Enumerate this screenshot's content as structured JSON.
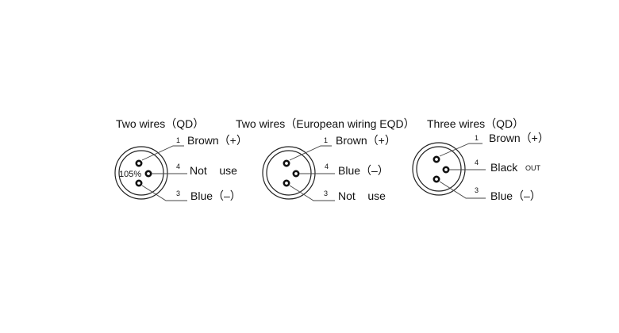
{
  "connectors": [
    {
      "title": "Two wires（QD）",
      "badge": "105%",
      "pins": [
        {
          "num": "1",
          "label": "Brown（+）",
          "suffix": ""
        },
        {
          "num": "4",
          "label": "Not    use",
          "suffix": ""
        },
        {
          "num": "3",
          "label": "Blue（–）",
          "suffix": ""
        }
      ]
    },
    {
      "title": "Two wires（European wiring EQD）",
      "badge": "",
      "pins": [
        {
          "num": "1",
          "label": "Brown（+）",
          "suffix": ""
        },
        {
          "num": "4",
          "label": "Blue（–）",
          "suffix": ""
        },
        {
          "num": "3",
          "label": "Not    use",
          "suffix": ""
        }
      ]
    },
    {
      "title": "Three wires（QD）",
      "badge": "",
      "pins": [
        {
          "num": "1",
          "label": "Brown（+）",
          "suffix": ""
        },
        {
          "num": "4",
          "label": "Black",
          "suffix": "OUT"
        },
        {
          "num": "3",
          "label": "Blue（–）",
          "suffix": ""
        }
      ]
    }
  ]
}
